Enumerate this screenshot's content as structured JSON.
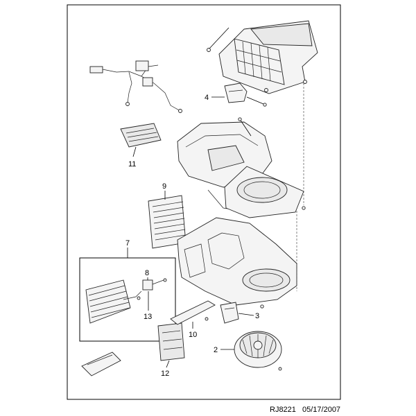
{
  "callouts": [
    {
      "id": "4",
      "text": "4"
    },
    {
      "id": "11",
      "text": "11"
    },
    {
      "id": "9",
      "text": "9"
    },
    {
      "id": "7",
      "text": "7"
    },
    {
      "id": "8",
      "text": "8"
    },
    {
      "id": "13",
      "text": "13"
    },
    {
      "id": "3",
      "text": "3"
    },
    {
      "id": "10",
      "text": "10"
    },
    {
      "id": "2",
      "text": "2"
    },
    {
      "id": "12",
      "text": "12"
    }
  ],
  "footer": {
    "code": "RJ8221",
    "date": "05/17/2007"
  }
}
